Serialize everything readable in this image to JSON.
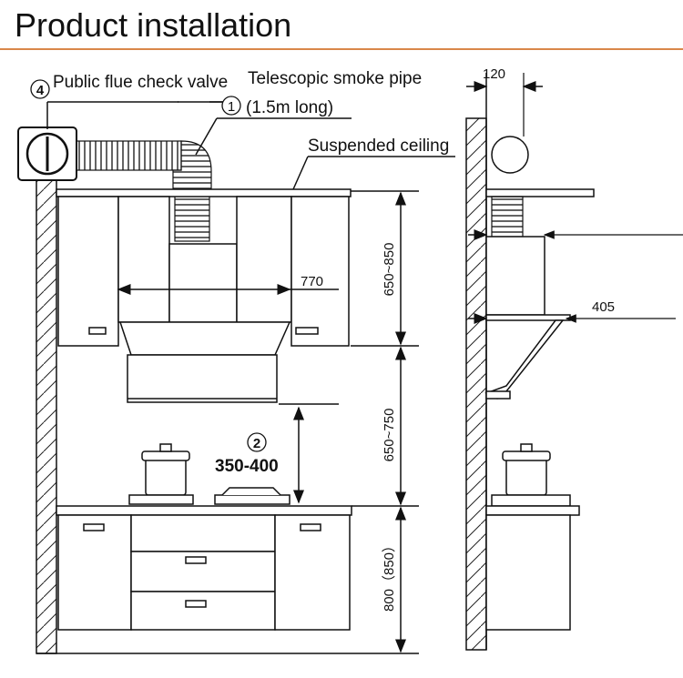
{
  "title": "Product installation",
  "accent_color": "#d9874a",
  "labels": {
    "check_valve_num": "4",
    "check_valve": "Public flue check valve",
    "smoke_pipe": "Telescopic smoke pipe",
    "smoke_pipe_num": "1",
    "smoke_pipe_len": "(1.5m long)",
    "ceiling": "Suspended ceiling",
    "hood_gap_num": "2",
    "hood_gap": "350-400"
  },
  "dimensions": {
    "hood_width": "770",
    "upper_cabinet_height": "650~850",
    "hood_to_counter": "650~750",
    "counter_height": "800（850）",
    "side_pipe_offset": "120",
    "side_depth": "405"
  }
}
